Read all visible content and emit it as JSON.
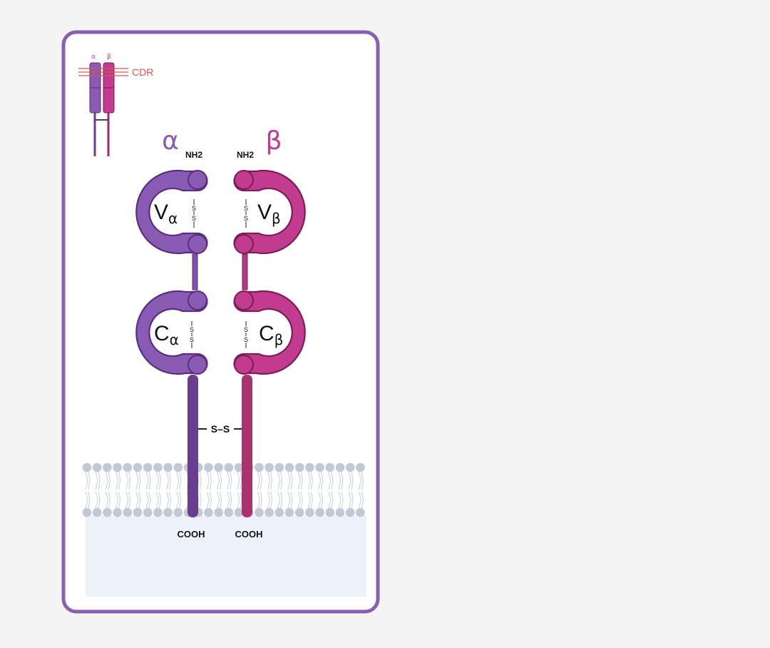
{
  "colors": {
    "frame": "#8a5fb0",
    "alpha": "#8a5bb5",
    "alpha_dark": "#5a2e7c",
    "beta": "#c23b8f",
    "beta_dark": "#7a1e58",
    "cdr": "#e0544e",
    "membrane_head": "#c2c9d6",
    "cytoplasm": "#edf2fa"
  },
  "legend": {
    "alpha_label": "α",
    "beta_label": "β",
    "cdr_label": "CDR"
  },
  "chains": {
    "alpha": {
      "symbol": "α",
      "n_term": "NH2",
      "c_term": "COOH",
      "variable_domain": {
        "main": "V",
        "sub": "α"
      },
      "constant_domain": {
        "main": "C",
        "sub": "α"
      }
    },
    "beta": {
      "symbol": "β",
      "n_term": "NH2",
      "c_term": "COOH",
      "variable_domain": {
        "main": "V",
        "sub": "β"
      },
      "constant_domain": {
        "main": "C",
        "sub": "β"
      }
    }
  },
  "intradomain_bond": [
    "S",
    "S"
  ],
  "interchain_bond": "S–S"
}
